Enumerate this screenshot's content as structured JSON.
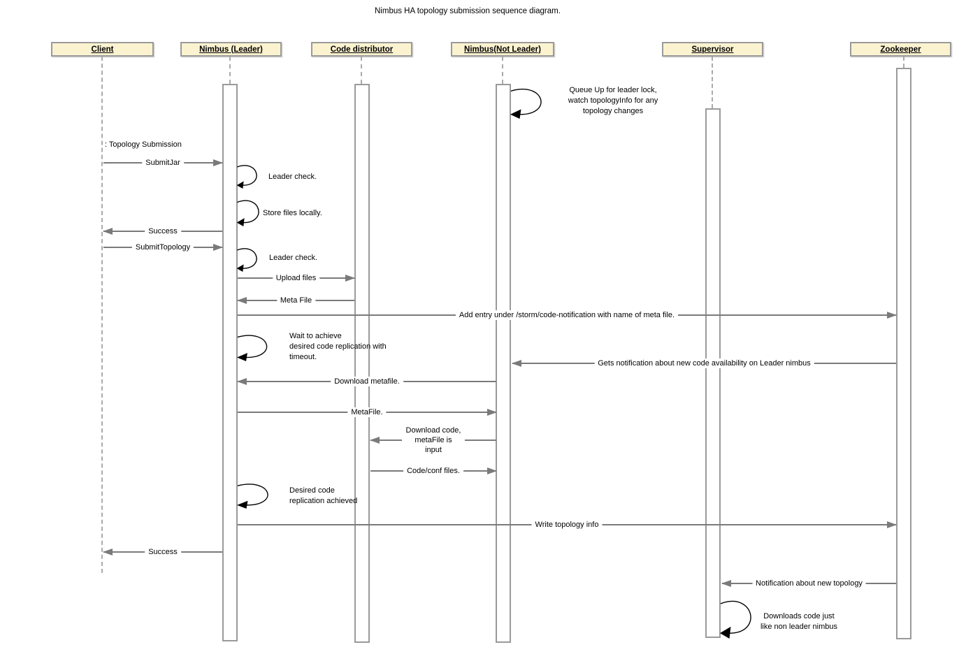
{
  "title": "Nimbus HA topology submission sequence diagram.",
  "actors": [
    {
      "label": "Client"
    },
    {
      "label": "Nimbus (Leader)"
    },
    {
      "label": "Code distributor"
    },
    {
      "label": "Nimbus(Not Leader)"
    },
    {
      "label": "Supervisor"
    },
    {
      "label": "Zookeeper"
    }
  ],
  "annotations": {
    "topology_submission": ": Topology Submission"
  },
  "messages": {
    "queue_up": "Queue Up for leader lock,\nwatch topologyInfo for any\ntopology changes",
    "submit_jar": "SubmitJar",
    "leader_check_1": "Leader check.",
    "store_files_locally": "Store files locally.",
    "success_1": "Success",
    "submit_topology": "SubmitTopology",
    "leader_check_2": "Leader check.",
    "upload_files": "Upload files",
    "meta_file": "Meta File",
    "add_entry": "Add entry under /storm/code-notification with name of meta file.",
    "wait_replication": "Wait to achieve\ndesired code replication with\ntimeout.",
    "gets_notification": "Gets notification about new code availability on Leader nimbus",
    "download_metafile": "Download metafile.",
    "metafile": "MetaFile.",
    "download_code": "Download code,\nmetaFile is input",
    "code_conf_files": "Code/conf files.",
    "desired_replication": "Desired code\nreplication achieved",
    "write_topology_info": "Write topology info",
    "success_2": "Success",
    "notification_new_topology": "Notification about new topology",
    "downloads_code": "Downloads code just\nlike non leader nimbus"
  },
  "colors": {
    "actor_bg": "#fbf2d0",
    "actor_border": "#9a9a9a",
    "arrow": "#7a7a7a",
    "loop_arrow": "#000000",
    "lifeline": "#aaaaaa",
    "background": "#ffffff"
  }
}
